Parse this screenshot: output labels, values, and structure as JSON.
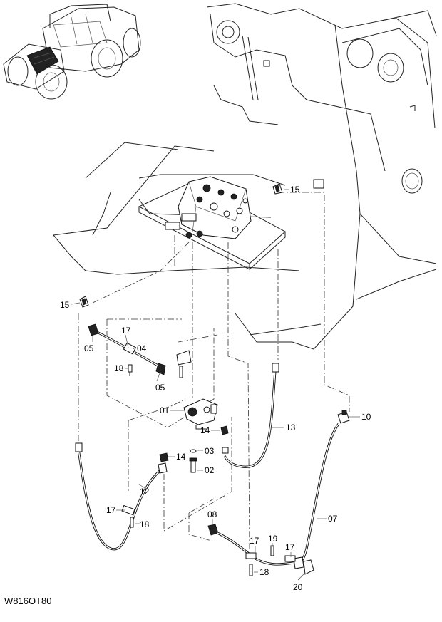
{
  "drawing_code": "W816OT80",
  "callouts": [
    {
      "id": "c15a",
      "text": "15"
    },
    {
      "id": "c15b",
      "text": "15"
    },
    {
      "id": "c17a",
      "text": "17"
    },
    {
      "id": "c04",
      "text": "04"
    },
    {
      "id": "c05a",
      "text": "05"
    },
    {
      "id": "c05b",
      "text": "05"
    },
    {
      "id": "c18a",
      "text": "18"
    },
    {
      "id": "c01",
      "text": "01"
    },
    {
      "id": "c14a",
      "text": "14"
    },
    {
      "id": "c03",
      "text": "03"
    },
    {
      "id": "c02",
      "text": "02"
    },
    {
      "id": "c14b",
      "text": "14"
    },
    {
      "id": "c13",
      "text": "13"
    },
    {
      "id": "c10",
      "text": "10"
    },
    {
      "id": "c12",
      "text": "12"
    },
    {
      "id": "c17b",
      "text": "17"
    },
    {
      "id": "c18b",
      "text": "18"
    },
    {
      "id": "c08",
      "text": "08"
    },
    {
      "id": "c07",
      "text": "07"
    },
    {
      "id": "c17c",
      "text": "17"
    },
    {
      "id": "c19",
      "text": "19"
    },
    {
      "id": "c17d",
      "text": "17"
    },
    {
      "id": "c18c",
      "text": "18"
    },
    {
      "id": "c20",
      "text": "20"
    }
  ]
}
